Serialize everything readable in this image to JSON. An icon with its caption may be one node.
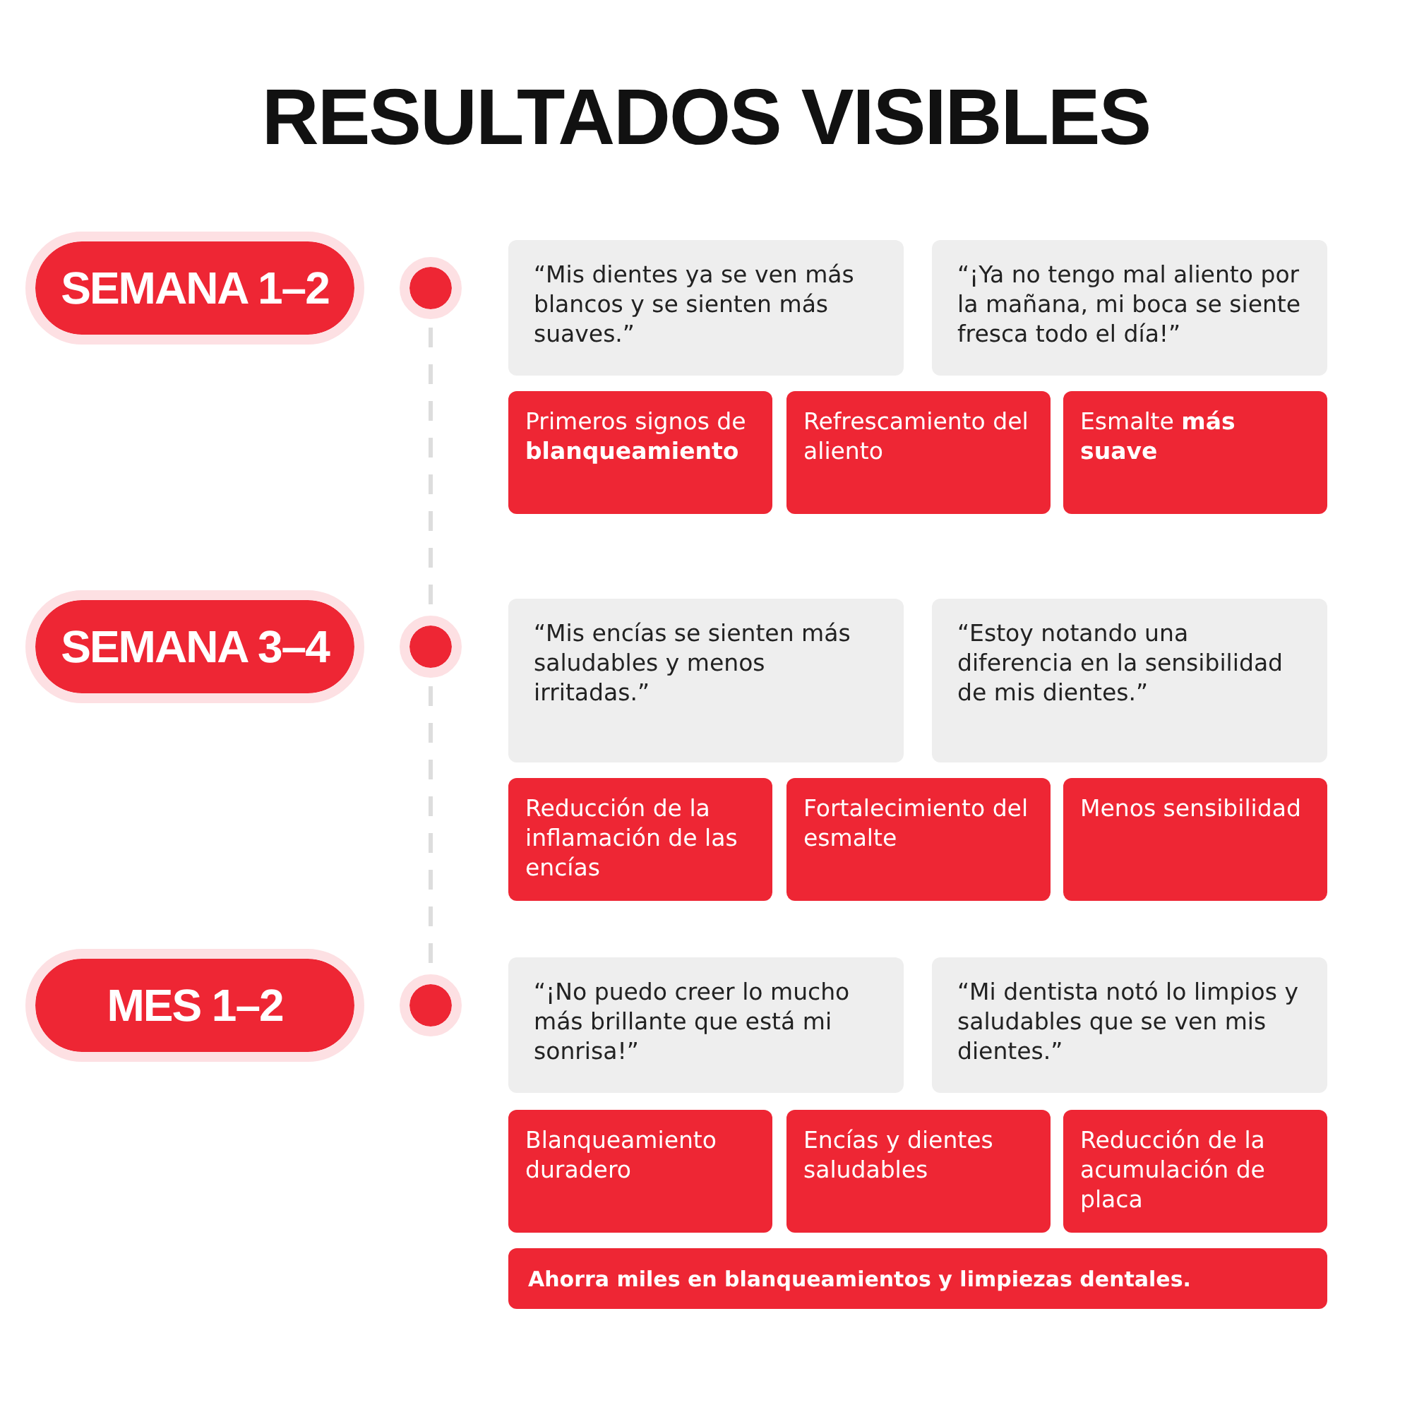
{
  "diagram": {
    "title": "RESULTADOS VISIBLES",
    "nodes": [
      {
        "text": [
          "SEMANA 1–2"
        ]
      },
      {
        "text": [],
        "shape": "circle"
      },
      {
        "text": [
          "“Mis dientes ya se ven más blancos y se sienten más suaves.”"
        ]
      },
      {
        "text": [
          "“¡Ya no tengo mal aliento por la mañana, mi boca se siente fresca todo el día!”"
        ]
      },
      {
        "text": [
          "Primeros signos de **blanqueamiento**"
        ]
      },
      {
        "text": [
          "Refrescamiento del aliento"
        ]
      },
      {
        "text": [
          "Esmalte **más suave**"
        ]
      },
      {
        "text": [
          "SEMANA 3–4"
        ]
      },
      {
        "text": [],
        "shape": "circle"
      },
      {
        "text": [
          "“Mis encías se sienten más saludables y menos irritadas.”"
        ]
      },
      {
        "text": [
          "“Estoy notando una diferencia en la sensibilidad de mis dientes.”"
        ]
      },
      {
        "text": [
          "Reducción de la inflamación de las encías"
        ]
      },
      {
        "text": [
          "Fortalecimiento del esmalte"
        ]
      },
      {
        "text": [
          "Menos sensibilidad"
        ]
      },
      {
        "text": [
          "MES 1–2"
        ]
      },
      {
        "text": [],
        "shape": "circle"
      },
      {
        "text": [
          "“¡No puedo creer lo mucho más brillante que está mi sonrisa!”"
        ]
      },
      {
        "text": [
          "“Mi dentista notó lo limpios y saludables que se ven mis dientes.”"
        ]
      },
      {
        "text": [
          "Blanqueamiento duradero"
        ]
      },
      {
        "text": [
          "Encías y dientes saludables"
        ]
      },
      {
        "text": [
          "Reducción de la acumulación de placa"
        ]
      },
      {
        "text": [
          "Ahorra miles en blanqueamientos y limpiezas dentales."
        ]
      }
    ],
    "edges": [
      {
        "from": 1,
        "to": 8,
        "arrow": "none",
        "style": "dashed"
      },
      {
        "from": 8,
        "to": 15,
        "arrow": "none",
        "style": "dashed"
      }
    ]
  }
}
